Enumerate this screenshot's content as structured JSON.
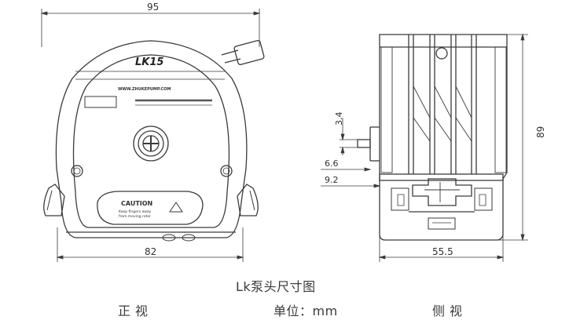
{
  "dimensions": {
    "front_width_top": "95",
    "front_width_bottom": "82",
    "side_height": "89",
    "side_width": "55.5",
    "side_dim_a": "3.4",
    "side_dim_b": "6.6",
    "side_dim_c": "9.2"
  },
  "pump_label": {
    "model": "LK15",
    "brand_url": "WWW.ZHUKEPUMP.COM",
    "caution_title": "CAUTION",
    "caution_line1": "Keep fingers away",
    "caution_line2": "from moving rotor"
  },
  "captions": {
    "title": "Lk泵头尺寸图",
    "front_view": "正视",
    "unit": "单位：mm",
    "side_view": "侧视"
  }
}
